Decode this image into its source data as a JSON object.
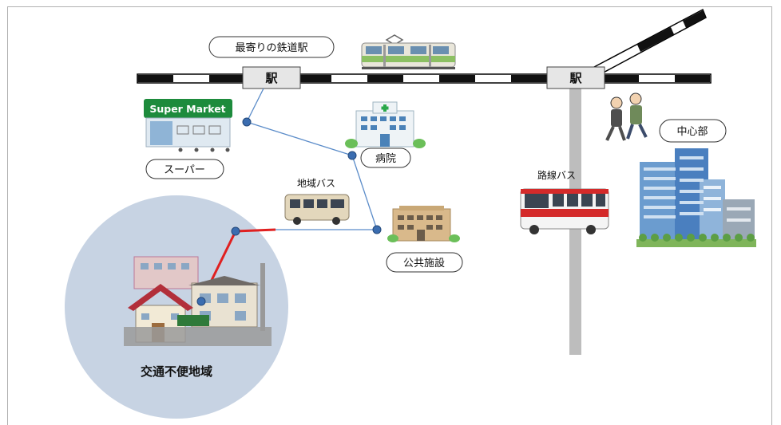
{
  "diagram": {
    "nearest_station": "最寄りの鉄道駅",
    "station_left": "駅",
    "station_right": "駅",
    "supermarket_sign": "Super Market",
    "supermarket": "スーパー",
    "hospital": "病院",
    "community_bus": "地域バス",
    "public_facility": "公共施設",
    "route_bus": "路線バス",
    "center": "中心部",
    "underserved_area": "交通不便地域"
  },
  "colors": {
    "area_circle": "#c7d3e3",
    "community_route": "#5b8cc9",
    "access_line": "#e02020",
    "route_bus_line": "#bdbdbd"
  }
}
